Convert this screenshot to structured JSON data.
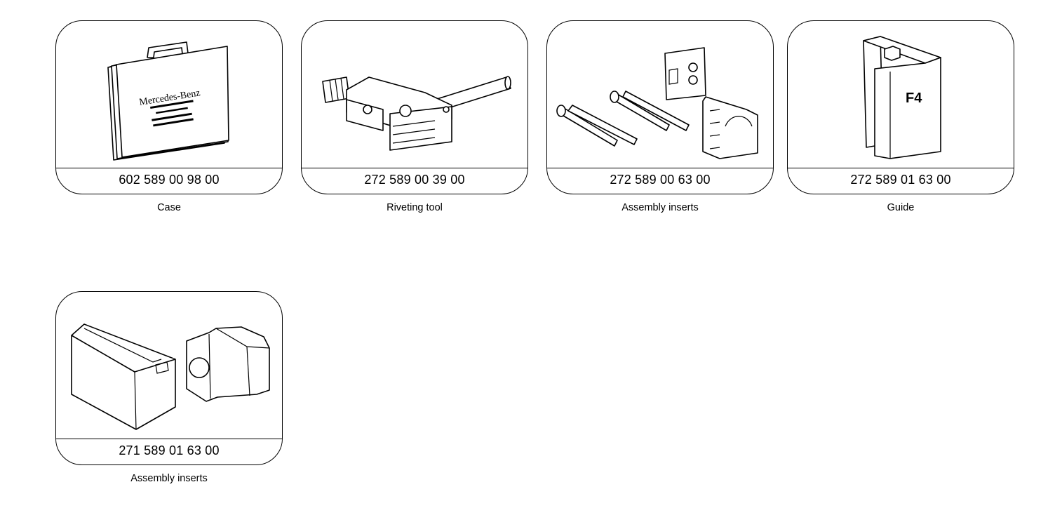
{
  "items": [
    {
      "part_number": "602 589 00 98 00",
      "caption": "Case",
      "icon": "case-icon",
      "case_logo_text": "Mercedes-Benz"
    },
    {
      "part_number": "272 589 00 39 00",
      "caption": "Riveting tool",
      "icon": "riveting-tool-icon"
    },
    {
      "part_number": "272 589 00 63 00",
      "caption": "Assembly inserts",
      "icon": "assembly-inserts-icon"
    },
    {
      "part_number": "272 589 01 63 00",
      "caption": "Guide",
      "icon": "guide-icon",
      "guide_marking": "F4"
    },
    {
      "part_number": "271 589 01 63 00",
      "caption": "Assembly inserts",
      "icon": "assembly-inserts-icon"
    }
  ]
}
